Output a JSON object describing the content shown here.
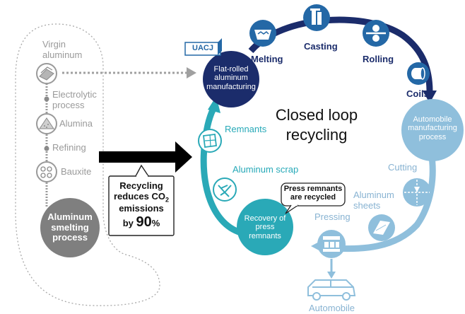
{
  "colors": {
    "navy": "#1b2c6b",
    "blue": "#2468a6",
    "teal": "#2aa9b7",
    "light_blue": "#8fbfdc",
    "grey": "#9a9a9a",
    "dark_grey": "#7f7f7f"
  },
  "title": {
    "line1": "Closed loop",
    "line2": "recycling"
  },
  "brand": "UACJ",
  "primary": {
    "virgin": "Virgin aluminum",
    "electrolytic": "Electrolytic process",
    "alumina": "Alumina",
    "refining": "Refining",
    "bauxite": "Bauxite",
    "smelting": "Aluminum smelting process"
  },
  "loop": {
    "flat_rolled": "Flat-rolled aluminum manufacturing",
    "melting": "Melting",
    "casting": "Casting",
    "rolling": "Rolling",
    "coils": "Coils",
    "automobile_mfg": "Automobile manufacturing process",
    "cutting": "Cutting",
    "sheets": "Aluminum sheets",
    "pressing": "Pressing",
    "automobile": "Automobile",
    "recovery": "Recovery of press remnants",
    "scrap": "Aluminum scrap",
    "remnants": "Remnants"
  },
  "callout": "Press remnants are recycled",
  "co2": {
    "line1": "Recycling",
    "line2a": "reduces CO",
    "line2sub": "2",
    "line3": "emissions",
    "by": "by",
    "percent_value": "90",
    "percent_sign": "%"
  },
  "icons": {
    "melting": "furnace-icon",
    "casting": "ingot-icon",
    "rolling": "rollers-icon",
    "coils": "coil-icon",
    "cutting": "cutting-icon",
    "sheets": "sheet-icon",
    "pressing": "press-icon",
    "automobile": "car-icon",
    "scrap": "scrap-icon",
    "remnants": "remnants-icon",
    "virgin": "ingots-icon",
    "alumina": "powder-icon",
    "bauxite": "ore-icon"
  }
}
